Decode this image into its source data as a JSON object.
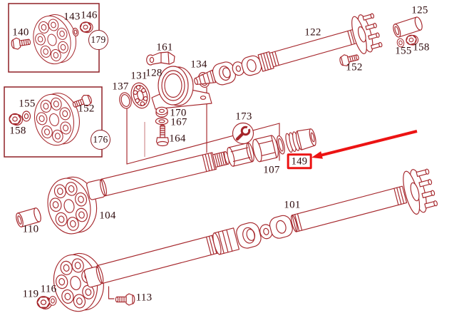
{
  "diagram": {
    "kind": "exploded-parts-diagram",
    "subject": "propeller / drive shaft assembly line drawing",
    "colors": {
      "line": "#a5262b",
      "box_line": "#8f2127",
      "text": "#2d0a0c",
      "highlight": "#ec1313",
      "background": "#ffffff"
    },
    "highlight": {
      "part": "149",
      "marker": "red box around callout with red arrow pointing at it",
      "arrow_color": "#ec1313"
    },
    "icons": {
      "wrench": "wrench-icon inside circle next to callout 173"
    },
    "labels": [
      {
        "text": "140",
        "style": "plain"
      },
      {
        "text": "143",
        "style": "plain"
      },
      {
        "text": "146",
        "style": "plain"
      },
      {
        "text": "179",
        "style": "circled"
      },
      {
        "text": "155",
        "style": "plain"
      },
      {
        "text": "158",
        "style": "plain"
      },
      {
        "text": "152",
        "style": "plain"
      },
      {
        "text": "176",
        "style": "circled"
      },
      {
        "text": "137",
        "style": "plain"
      },
      {
        "text": "131",
        "style": "plain"
      },
      {
        "text": "128",
        "style": "plain"
      },
      {
        "text": "161",
        "style": "plain"
      },
      {
        "text": "134",
        "style": "plain"
      },
      {
        "text": "170",
        "style": "plain"
      },
      {
        "text": "167",
        "style": "plain"
      },
      {
        "text": "164",
        "style": "plain"
      },
      {
        "text": "173",
        "style": "plain",
        "icon": "wrench-icon"
      },
      {
        "text": "122",
        "style": "plain"
      },
      {
        "text": "125",
        "style": "plain"
      },
      {
        "text": "155",
        "style": "plain"
      },
      {
        "text": "158",
        "style": "plain"
      },
      {
        "text": "152",
        "style": "plain"
      },
      {
        "text": "107",
        "style": "plain"
      },
      {
        "text": "149",
        "style": "boxed-highlight"
      },
      {
        "text": "104",
        "style": "plain"
      },
      {
        "text": "110",
        "style": "plain"
      },
      {
        "text": "101",
        "style": "plain"
      },
      {
        "text": "119",
        "style": "plain"
      },
      {
        "text": "116",
        "style": "plain"
      },
      {
        "text": "113",
        "style": "plain"
      }
    ]
  }
}
